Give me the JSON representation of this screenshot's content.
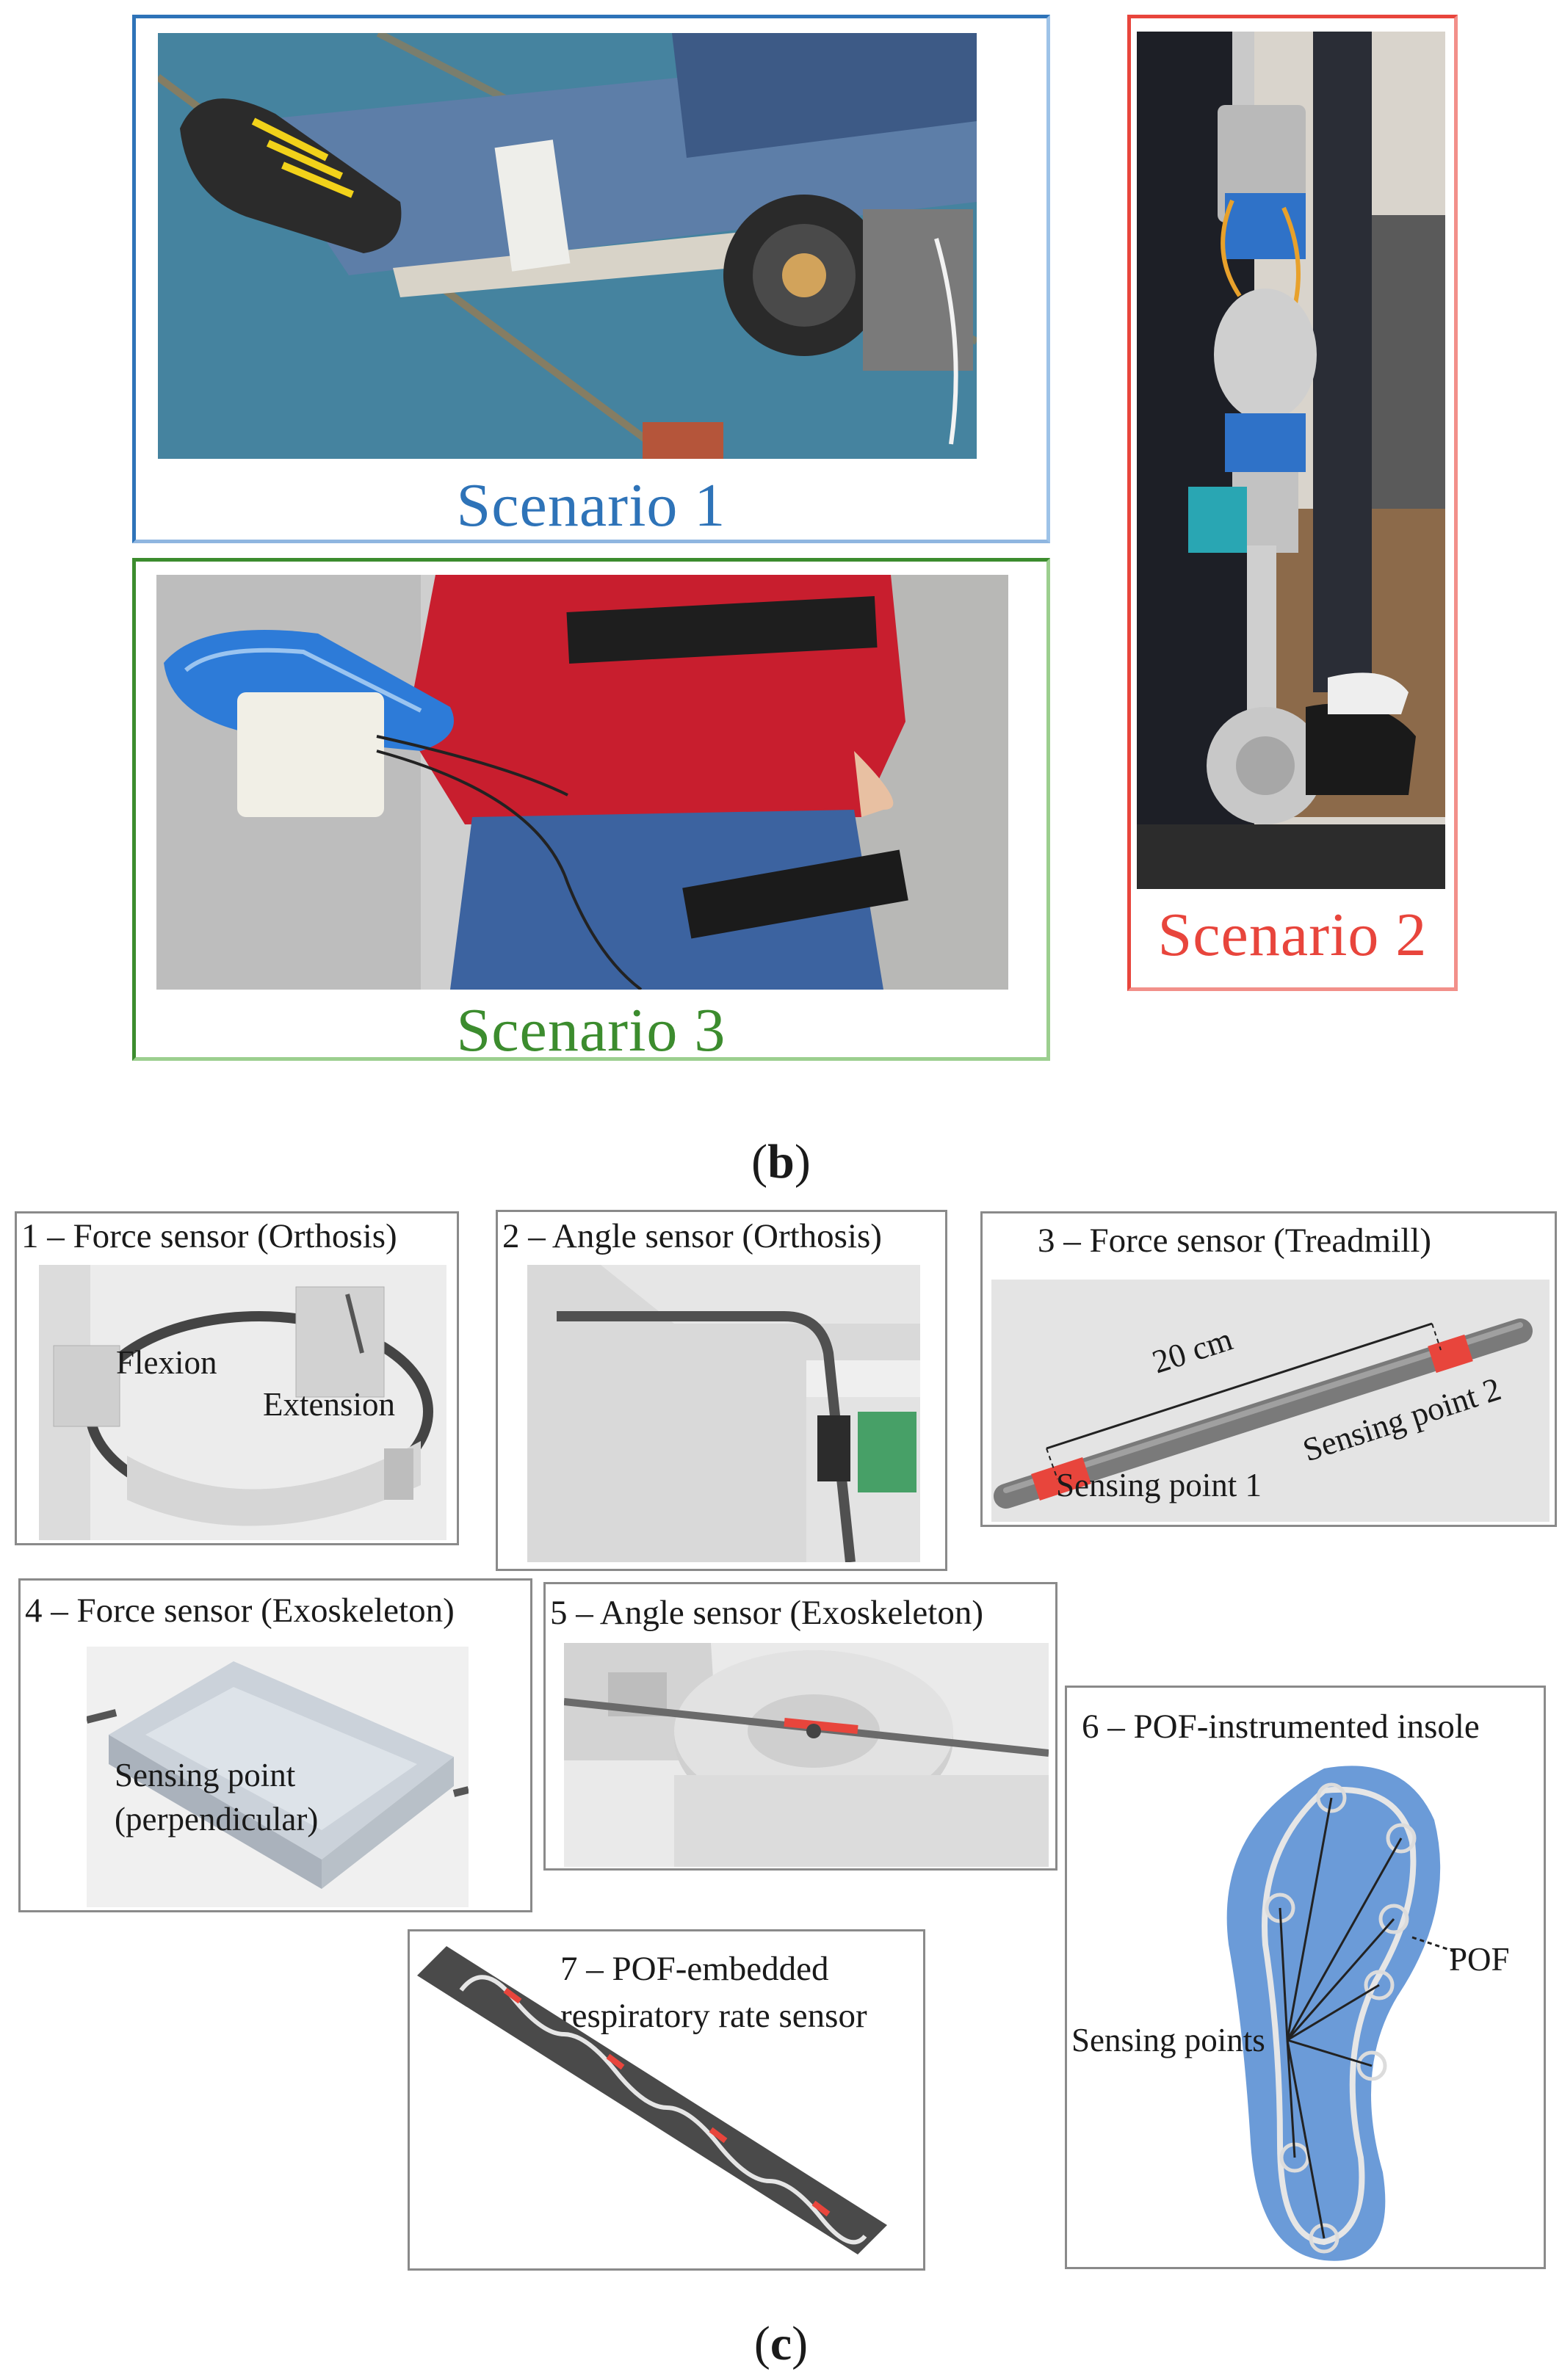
{
  "part_b": {
    "caption_open": "(",
    "caption_letter": "b",
    "caption_close": ")",
    "scenarios": [
      {
        "label": "Scenario 1",
        "color": "#2e73b8"
      },
      {
        "label": "Scenario 2",
        "color": "#e8453c"
      },
      {
        "label": "Scenario 3",
        "color": "#3c8c2e"
      }
    ]
  },
  "part_c": {
    "caption_open": "(",
    "caption_letter": "c",
    "caption_close": ")",
    "panels": [
      {
        "title": "1 – Force sensor (Orthosis)",
        "labels": [
          "Flexion",
          "Extension"
        ]
      },
      {
        "title": "2 – Angle sensor (Orthosis)",
        "labels": []
      },
      {
        "title": "3 – Force sensor (Treadmill)",
        "labels": [
          "20 cm",
          "Sensing point 1",
          "Sensing point 2"
        ]
      },
      {
        "title": "4 – Force sensor (Exoskeleton)",
        "labels": [
          "Sensing point",
          "(perpendicular)"
        ]
      },
      {
        "title": "5 – Angle sensor (Exoskeleton)",
        "labels": []
      },
      {
        "title": "6 – POF-instrumented insole",
        "labels": [
          "POF",
          "Sensing points"
        ]
      },
      {
        "title_line1": "7 – POF-embedded",
        "title_line2": "respiratory rate sensor",
        "labels": []
      }
    ]
  },
  "colors": {
    "scenario1": "#2e73b8",
    "scenario2": "#e8453c",
    "scenario3": "#3c8c2e",
    "sensor_red": "#e8453c",
    "insole_blue": "#6b9bd8"
  },
  "icons": [
    "knee-orthosis-photo",
    "exoskeleton-photo",
    "insole-photo",
    "sensor-render"
  ]
}
